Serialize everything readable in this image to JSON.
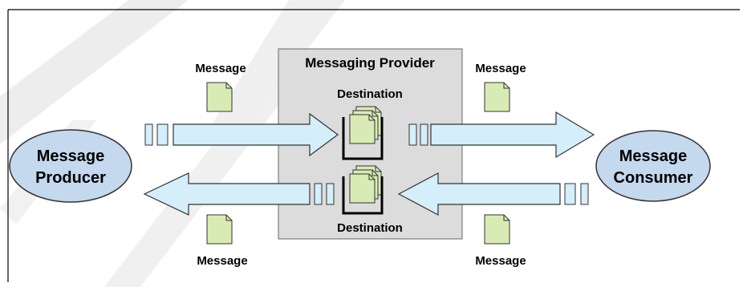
{
  "diagram": {
    "provider_title": "Messaging Provider",
    "destination_top": "Destination",
    "destination_bottom": "Destination",
    "producer_line1": "Message",
    "producer_line2": "Producer",
    "consumer_line1": "Message",
    "consumer_line2": "Consumer",
    "msg_top_left": "Message",
    "msg_top_right": "Message",
    "msg_bottom_left": "Message",
    "msg_bottom_right": "Message"
  },
  "colors": {
    "provider_fill": "#dcdcdc",
    "arrow_fill": "#d4eefa",
    "ellipse_fill": "#c4d8ee",
    "document_fill": "#d9ebb4",
    "watermark": "#ececec"
  }
}
